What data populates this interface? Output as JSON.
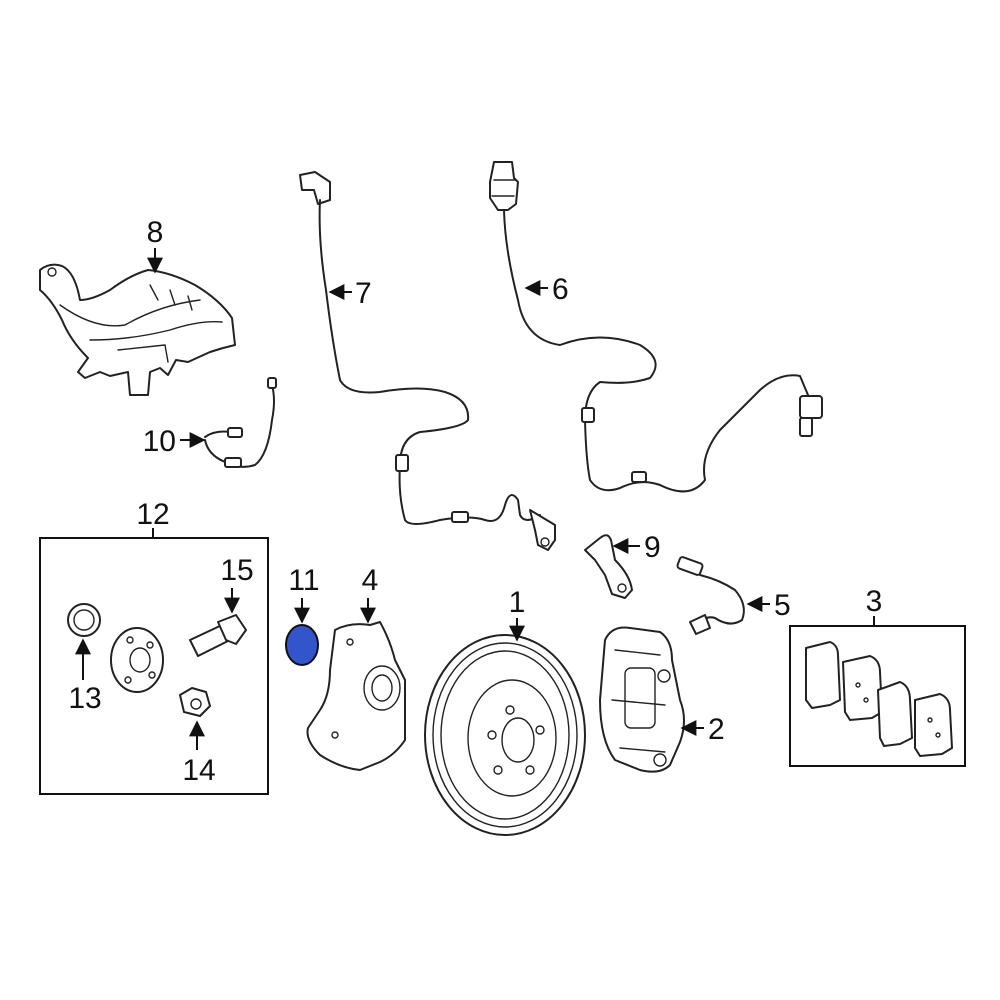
{
  "diagram": {
    "callouts": {
      "p1": "1",
      "p2": "2",
      "p3": "3",
      "p4": "4",
      "p5": "5",
      "p6": "6",
      "p7": "7",
      "p8": "8",
      "p9": "9",
      "p10": "10",
      "p11": "11",
      "p12": "12",
      "p13": "13",
      "p14": "14",
      "p15": "15"
    },
    "colors": {
      "line": "#222222",
      "highlight": "#3355cc",
      "background": "#ffffff"
    }
  }
}
